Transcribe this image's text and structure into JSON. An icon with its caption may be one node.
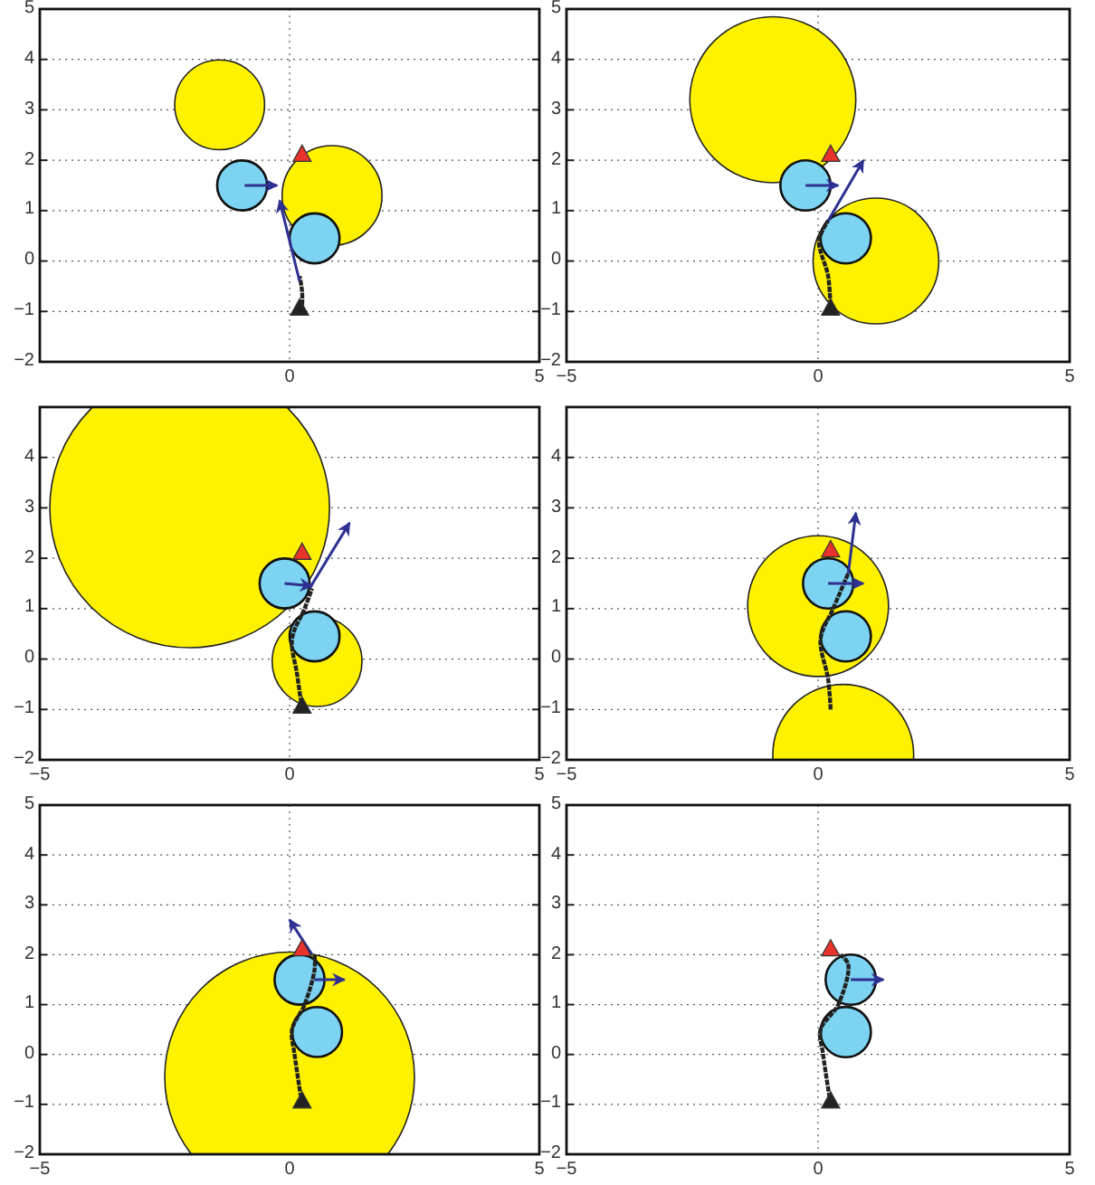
{
  "diagram": {
    "labels": [
      "5",
      "4",
      "3",
      "2",
      "1",
      "0",
      "−1",
      "−2",
      "0",
      "5",
      "5",
      "4",
      "3",
      "2",
      "1",
      "0",
      "−1",
      "−2",
      "−5",
      "0",
      "5",
      "4",
      "3",
      "2",
      "1",
      "0",
      "−1",
      "−2",
      "−5",
      "0",
      "5",
      "4",
      "3",
      "2",
      "1",
      "0",
      "−1",
      "−2",
      "−5",
      "0",
      "5",
      "5",
      "4",
      "3",
      "2",
      "1",
      "0",
      "−1",
      "−2",
      "−5",
      "0",
      "5",
      "5",
      "4",
      "3",
      "2",
      "1",
      "0",
      "−1",
      "−2",
      "−5",
      "0",
      "5"
    ]
  }
}
